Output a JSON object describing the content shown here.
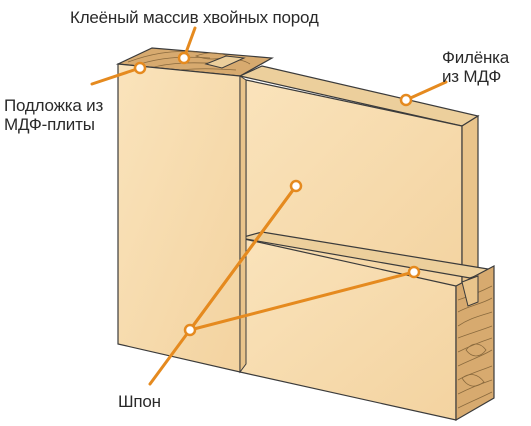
{
  "labels": {
    "glued_solid": "Клеёный массив хвойных пород",
    "substrate": "Подложка из\nМДФ-плиты",
    "panel": "Филёнка\nиз МДФ",
    "veneer": "Шпон"
  },
  "colors": {
    "wood_front": "#f7dcae",
    "wood_side": "#e9c48b",
    "wood_top": "#eccf9c",
    "end_grain": "#d7aa6f",
    "grain_line": "#8a6a3e",
    "outline": "#3b3b3b",
    "leader": "#e58a1f",
    "marker_fill": "#ffffff",
    "text": "#2a2a2a"
  }
}
